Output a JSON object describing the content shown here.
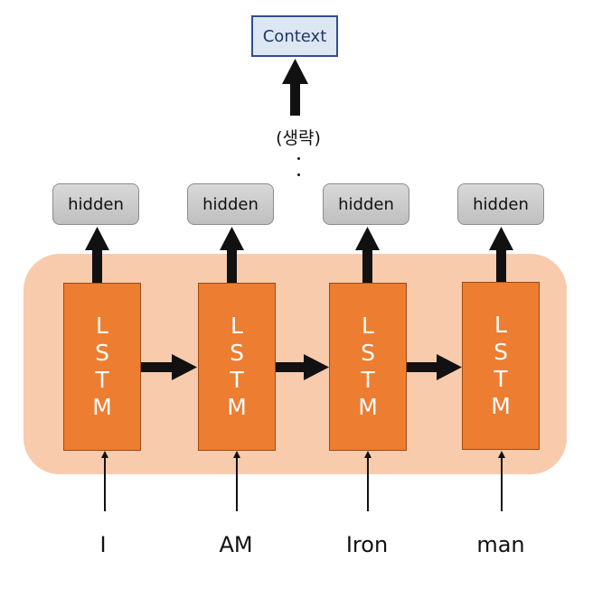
{
  "context_label": "Context",
  "omitted_label": "(생략)",
  "hidden_label": "hidden",
  "lstm_letters": [
    "L",
    "S",
    "T",
    "M"
  ],
  "words": [
    "I",
    "AM",
    "Iron",
    "man"
  ],
  "colors": {
    "panel": "#f8cbad",
    "lstm": "#ed7d31",
    "context_fill": "#dde7f4",
    "context_border": "#2f4f8f",
    "hidden_fill": "#d0d0d0",
    "arrow": "#111111"
  }
}
